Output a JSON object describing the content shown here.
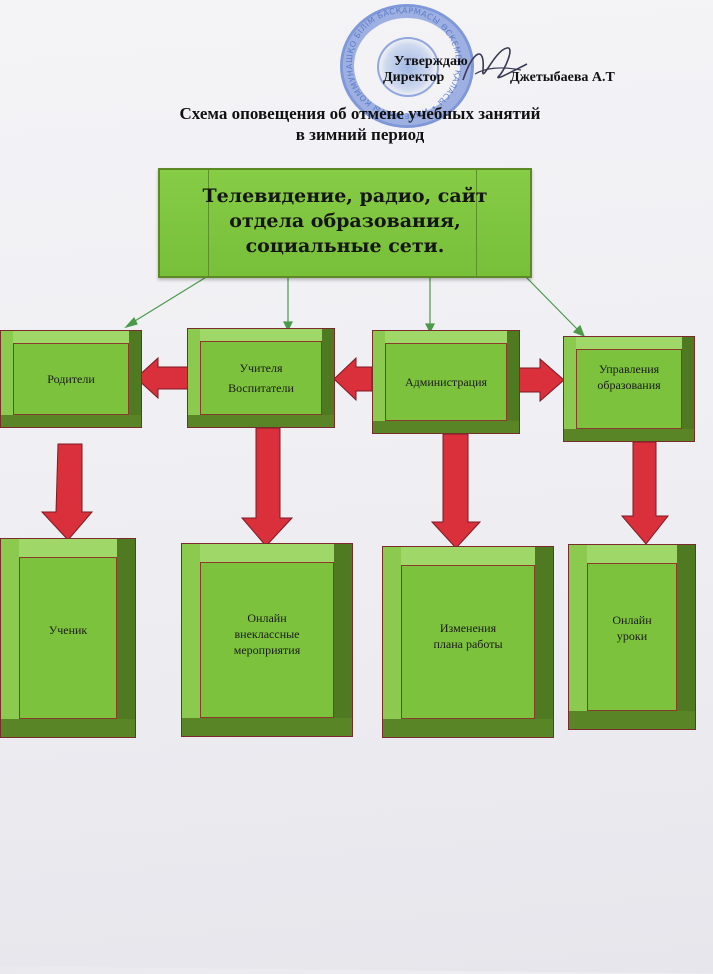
{
  "header": {
    "approve_label": "Утверждаю",
    "director_label": "Директор",
    "director_name": "Джетыбаева А.Т",
    "stamp_text": "ШҚО БІЛІМ БАСҚАРМАСЫ ӨСКЕМЕН ҚАЛАСЫ"
  },
  "title": {
    "line1": "Схема оповещения об отмене учебных занятий",
    "line2": "в зимний период"
  },
  "source": {
    "line1": "Телевидение, радио, сайт",
    "line2": "отдела образования,",
    "line3": "социальные сети."
  },
  "row1": {
    "parents": "Родители",
    "teachers_1": "Учителя",
    "teachers_2": "Воспитатели",
    "administration": "Администрация",
    "education_1": "Управления",
    "education_2": "образования"
  },
  "row2": {
    "student": "Ученик",
    "online_events_1": "Онлайн",
    "online_events_2": "внеклассные",
    "online_events_3": "мероприятия",
    "plan_changes_1": "Изменения",
    "plan_changes_2": "плана работы",
    "online_lessons_1": "Онлайн",
    "online_lessons_2": "уроки"
  },
  "colors": {
    "box_green": "#7cc23c",
    "arrow_red": "#d9303c",
    "line_green": "#4a9a4a",
    "stamp_blue": "#3c64c8"
  }
}
